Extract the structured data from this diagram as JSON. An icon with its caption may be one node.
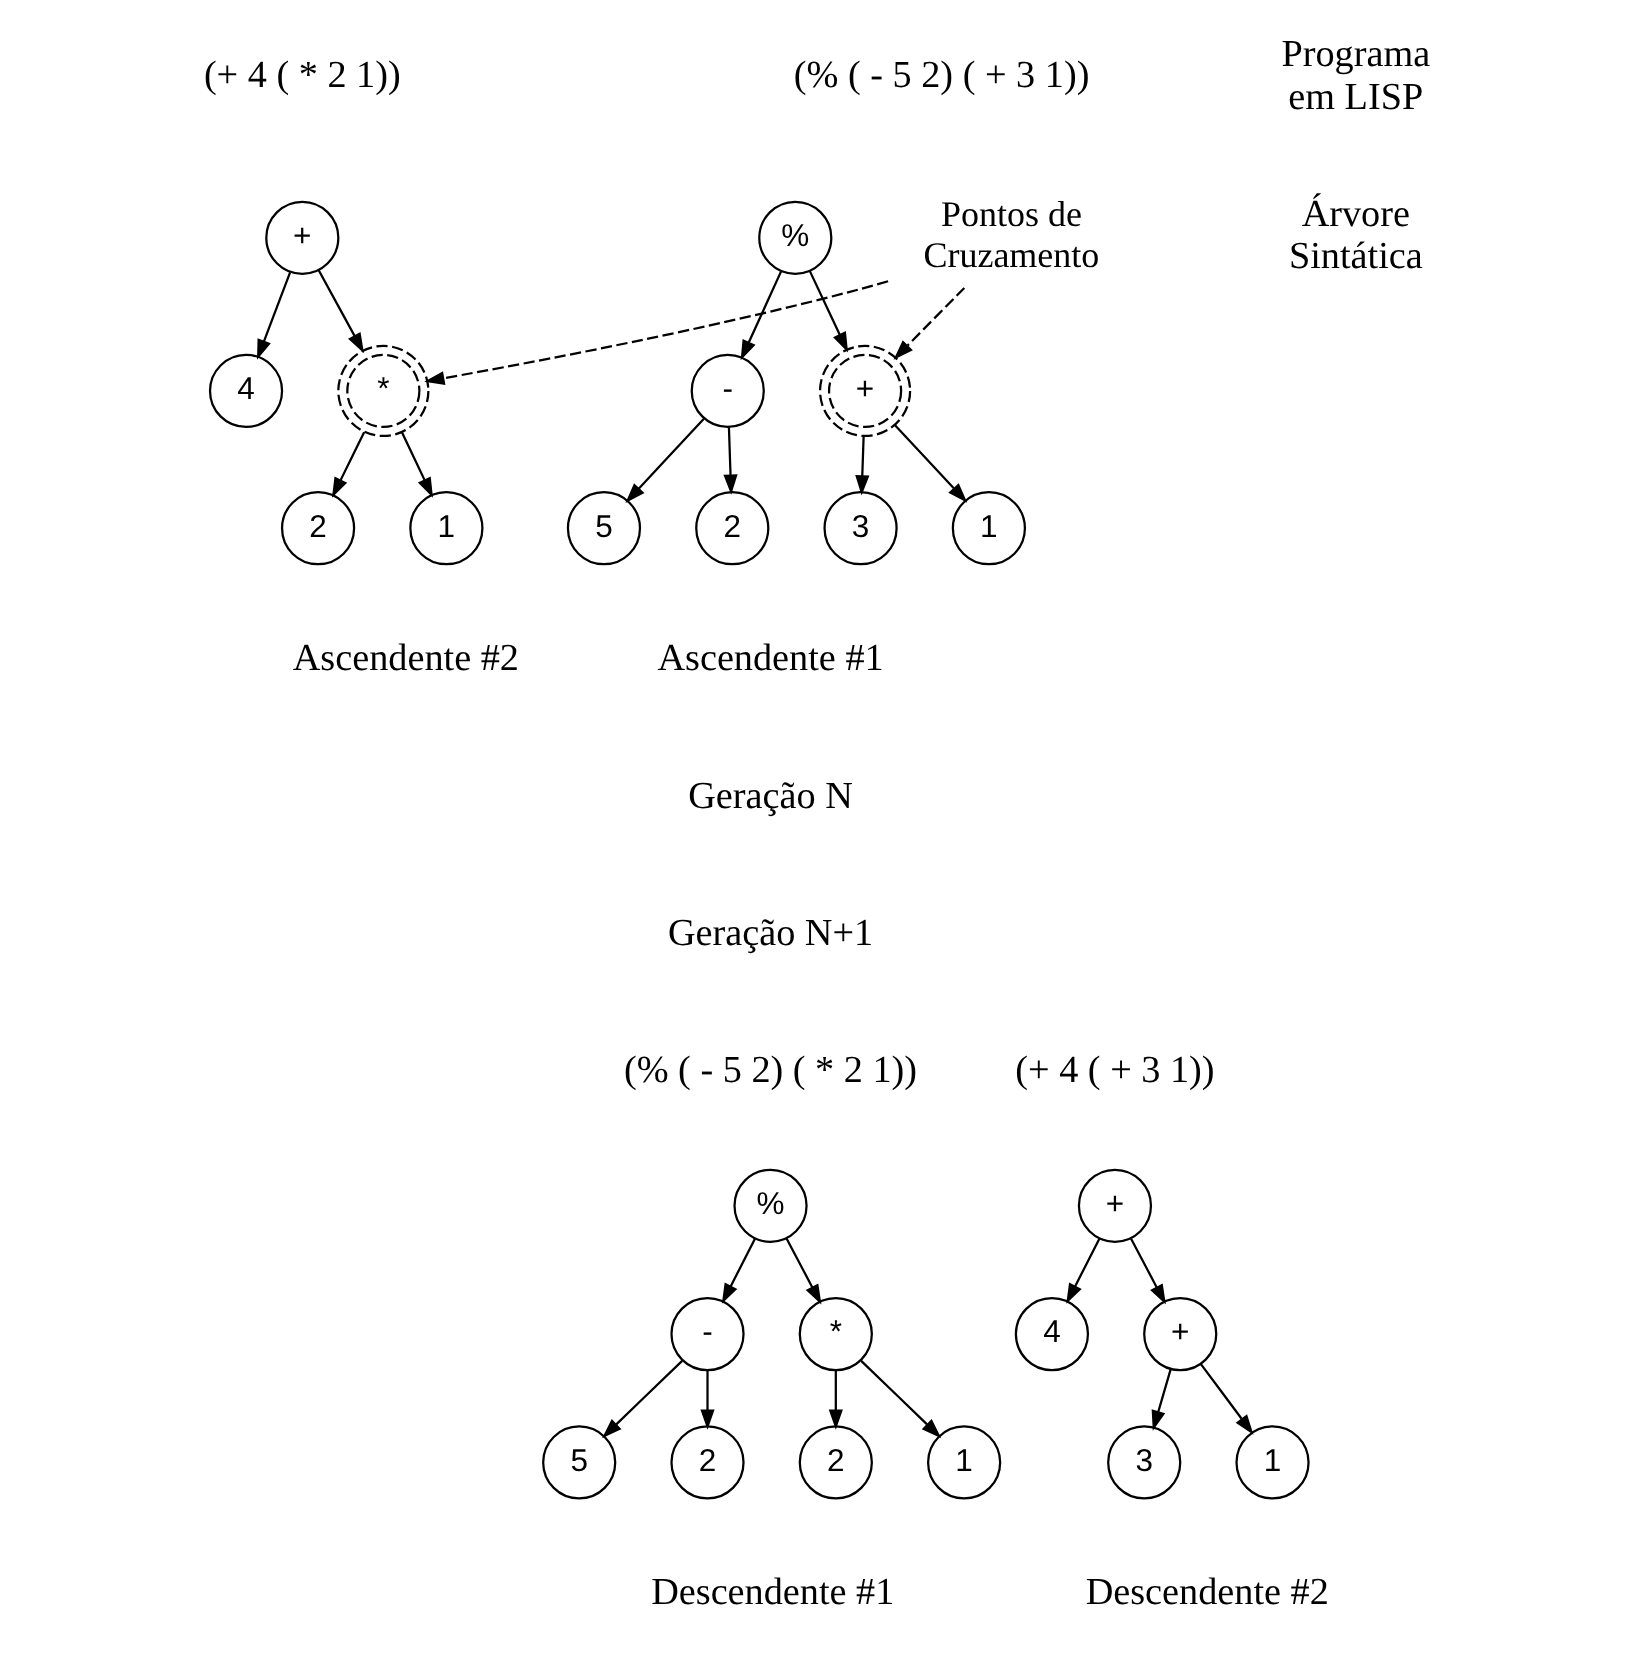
{
  "diagram": {
    "nodes": [
      {
        "text": [
          "%"
        ]
      },
      {
        "text": [
          "-"
        ]
      },
      {
        "text": [
          "+"
        ]
      },
      {
        "text": [
          "5"
        ]
      },
      {
        "text": [
          "2"
        ]
      },
      {
        "text": [
          "3"
        ]
      },
      {
        "text": [
          "1"
        ]
      },
      {
        "text": [
          "+"
        ]
      },
      {
        "text": [
          "4"
        ]
      },
      {
        "text": [
          "*"
        ]
      },
      {
        "text": [
          "2"
        ]
      },
      {
        "text": [
          "1"
        ]
      },
      {
        "text": [
          "Pontos de Cruzamento"
        ]
      },
      {
        "text": [
          "%"
        ]
      },
      {
        "text": [
          "-"
        ]
      },
      {
        "text": [
          "*"
        ]
      },
      {
        "text": [
          "5"
        ]
      },
      {
        "text": [
          "2"
        ]
      },
      {
        "text": [
          "2"
        ]
      },
      {
        "text": [
          "1"
        ]
      },
      {
        "text": [
          "+"
        ]
      },
      {
        "text": [
          "4"
        ]
      },
      {
        "text": [
          "+"
        ]
      },
      {
        "text": [
          "3"
        ]
      },
      {
        "text": [
          "1"
        ]
      }
    ],
    "edges": [
      {
        "from": 0,
        "to": 1,
        "arrow": "to"
      },
      {
        "from": 0,
        "to": 2,
        "arrow": "to"
      },
      {
        "from": 1,
        "to": 3,
        "arrow": "to"
      },
      {
        "from": 1,
        "to": 4,
        "arrow": "to"
      },
      {
        "from": 2,
        "to": 5,
        "arrow": "to"
      },
      {
        "from": 2,
        "to": 6,
        "arrow": "to"
      },
      {
        "from": 7,
        "to": 8,
        "arrow": "to"
      },
      {
        "from": 7,
        "to": 9,
        "arrow": "to"
      },
      {
        "from": 9,
        "to": 10,
        "arrow": "to"
      },
      {
        "from": 9,
        "to": 11,
        "arrow": "to"
      },
      {
        "from": 12,
        "to": 2,
        "arrow": "to",
        "style": "dashed"
      },
      {
        "from": 12,
        "to": 9,
        "arrow": "to",
        "style": "dashed"
      },
      {
        "from": 13,
        "to": 14,
        "arrow": "to"
      },
      {
        "from": 13,
        "to": 15,
        "arrow": "to"
      },
      {
        "from": 14,
        "to": 16,
        "arrow": "to"
      },
      {
        "from": 14,
        "to": 17,
        "arrow": "to"
      },
      {
        "from": 15,
        "to": 18,
        "arrow": "to"
      },
      {
        "from": 15,
        "to": 19,
        "arrow": "to"
      },
      {
        "from": 20,
        "to": 21,
        "arrow": "to"
      },
      {
        "from": 20,
        "to": 22,
        "arrow": "to"
      },
      {
        "from": 22,
        "to": 23,
        "arrow": "to"
      },
      {
        "from": 22,
        "to": 24,
        "arrow": "to"
      }
    ],
    "labels": [
      "Programa em LISP",
      "(% ( - 5 2) ( + 3 1))",
      "(+ 4 ( * 2 1))",
      "Árvore Sintática",
      "Ascendente #1",
      "Ascendente #2",
      "Geração N",
      "Geração N+1",
      "(% ( - 5 2) ( * 2 1))",
      "(+ 4 ( + 3 1))",
      "Descendente #1",
      "Descendente #2"
    ]
  }
}
